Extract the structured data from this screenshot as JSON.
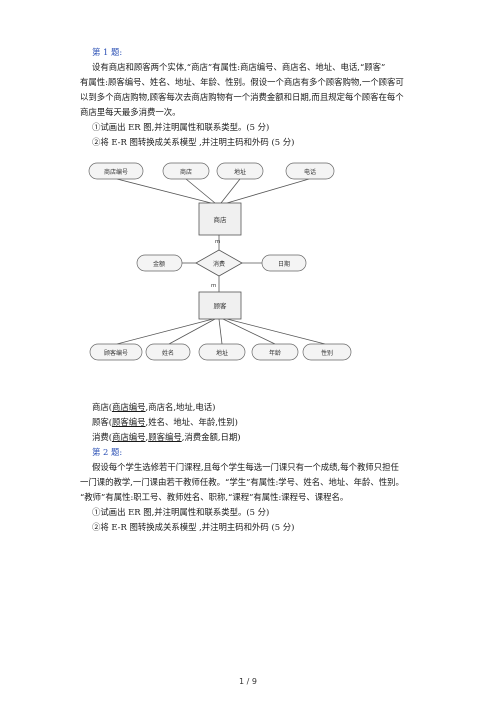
{
  "q1": {
    "heading": "第 1 题:",
    "para1": "设有商店和顾客两个实体,“商店”有属性:商店编号、商店名、地址、电话,“顾客”",
    "para2": "有属性:顾客编号、姓名、地址、年龄、性别。假设一个商店有多个顾客购物,一个顾客可",
    "para3": "以到多个商店购物,顾客每次去商店购物有一个消费金额和日期,而且规定每个顾客在每个",
    "para4": "商店里每天最多消费一次。",
    "task1": "①试画出 ER 图,并注明属性和联系类型。(5 分)",
    "task2": "②将 E-R 图转换成关系模型 ,并注明主码和外码 (5 分)"
  },
  "erd": {
    "entity_store": "商店",
    "entity_customer": "顾客",
    "relationship": "消费",
    "card_top": "m",
    "card_bottom": "m",
    "store_attrs": [
      "商店编号",
      "商店",
      "地址",
      "电话"
    ],
    "rel_attrs": [
      "金额",
      "日期"
    ],
    "customer_attrs": [
      "顾客编号",
      "姓名",
      "地址",
      "年龄",
      "性别"
    ]
  },
  "relations": {
    "store_prefix": "商店(",
    "store_key": "商店编号",
    "store_rest": ",商店名,地址,电话)",
    "customer_prefix": "顾客(",
    "customer_key": "顾客编号",
    "customer_rest": ",姓名、地址、年龄,性别)",
    "consume_prefix": "消费(",
    "consume_key1": "商店编号",
    "consume_sep": ",",
    "consume_key2": "顾客编号",
    "consume_rest": ",消费金额,日期)"
  },
  "q2": {
    "heading": "第 2 题:",
    "para1": "假设每个学生选修若干门课程,且每个学生每选一门课只有一个成绩,每个教师只担任",
    "para2": "一门课的教学,一门课由若干教师任教。“学生”有属性:学号、姓名、地址、年龄、性别。",
    "para3": "“教师”有属性:职工号、教师姓名、职称,“课程”有属性:课程号、课程名。",
    "task1": "①试画出 ER 图,并注明属性和联系类型。(5 分)",
    "task2": "②将 E-R 图转换成关系模型 ,并注明主码和外码 (5 分)"
  },
  "footer": {
    "page": "1 / 9"
  }
}
